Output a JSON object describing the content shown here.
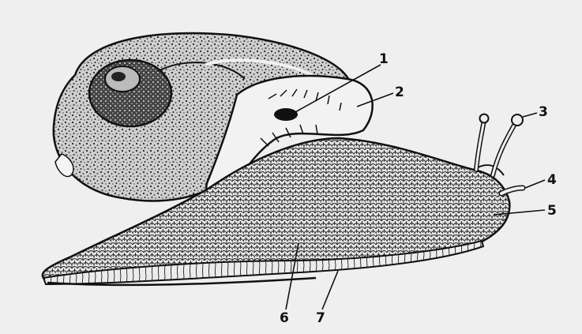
{
  "figure": {
    "labels": [
      {
        "id": "1",
        "text": "1"
      },
      {
        "id": "2",
        "text": "2"
      },
      {
        "id": "3",
        "text": "3"
      },
      {
        "id": "4",
        "text": "4"
      },
      {
        "id": "5",
        "text": "5"
      },
      {
        "id": "6",
        "text": "6"
      },
      {
        "id": "7",
        "text": "7"
      }
    ]
  },
  "colors": {
    "background": "#efefef",
    "ink": "#111111",
    "shell_fill": "#d9d9d9",
    "body_fill": "#e6e6e6"
  }
}
